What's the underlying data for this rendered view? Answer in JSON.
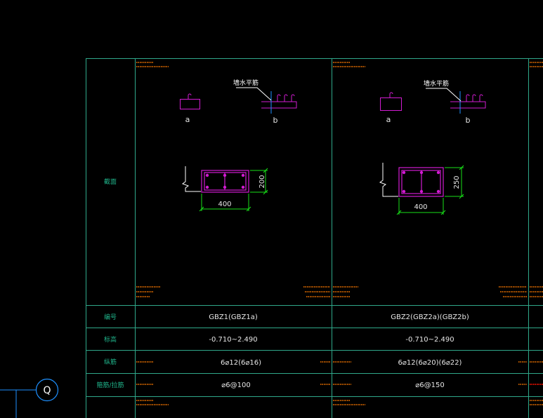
{
  "colors": {
    "background": "#000000",
    "grid": "#2fa88a",
    "bar": "#d21bd2",
    "dim": "#18e018",
    "text": "#e6e6e6",
    "annot": "#ff7a00",
    "leader": "#1e90ff",
    "label": "#1fb38a"
  },
  "table": {
    "row_labels": {
      "section": "截面",
      "number": "编号",
      "elevation": "标高",
      "long_bar": "纵筋",
      "stirrup": "箍筋/拉筋"
    },
    "columns": [
      {
        "callout_label": "墙水平筋",
        "detail_a": "a",
        "detail_b": "b",
        "width_dim": "400",
        "height_dim": "200",
        "number": "GBZ1(GBZ1a)",
        "elevation": "-0.710~2.490",
        "long_bar": "6⌀12(6⌀16)",
        "stirrup": "⌀6@100"
      },
      {
        "callout_label": "墙水平筋",
        "detail_a": "a",
        "detail_b": "b",
        "width_dim": "400",
        "height_dim": "250",
        "number": "GBZ2(GBZ2a)(GBZ2b)",
        "elevation": "-0.710~2.490",
        "long_bar": "6⌀12(6⌀20)(6⌀22)",
        "stirrup": "⌀6@150"
      }
    ]
  },
  "axis_marker": {
    "label": "Q"
  },
  "icons": {
    "axis": "axis-bubble-icon",
    "break": "break-line-icon",
    "detail": "rebar-hook-detail-icon"
  }
}
